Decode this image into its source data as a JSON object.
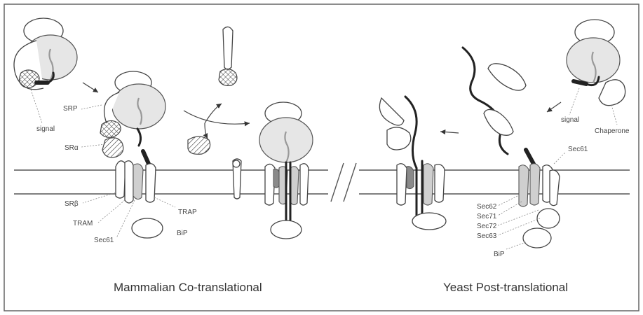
{
  "captions": {
    "mammalian": "Mammalian Co-translational",
    "yeast": "Yeast Post-translational"
  },
  "labels": {
    "signal_left": "signal",
    "srp": "SRP",
    "sr_alpha": "SRα",
    "sr_beta": "SRβ",
    "tram": "TRAM",
    "sec61_left": "Sec61",
    "trap": "TRAP",
    "bip_left": "BiP",
    "signal_right": "signal",
    "chaperone": "Chaperone",
    "sec61_right": "Sec61",
    "sec62": "Sec62",
    "sec71": "Sec71",
    "sec72": "Sec72",
    "sec63": "Sec63",
    "bip_right": "BiP"
  }
}
